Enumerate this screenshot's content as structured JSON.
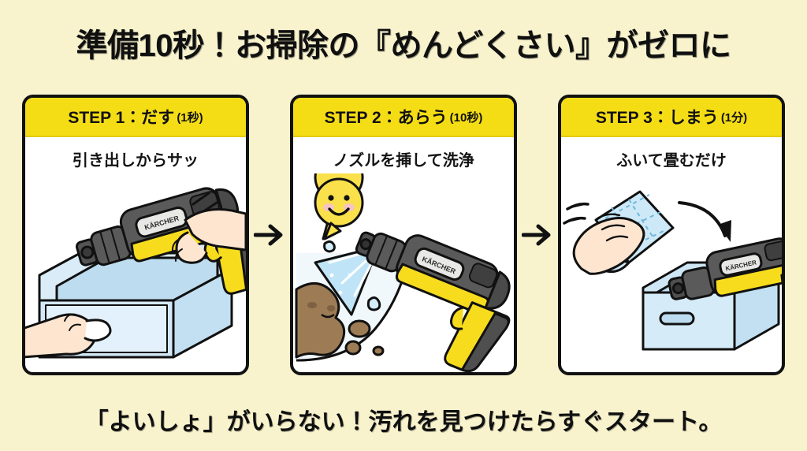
{
  "background_color": "#f8f3cd",
  "accent_yellow": "#f5dd15",
  "ink_color": "#111111",
  "header": {
    "title": "準備10秒！お掃除の『めんどくさい』がゼロに"
  },
  "steps": [
    {
      "header_main": "STEP 1：だす",
      "header_time": "(1秒)",
      "subtitle": "引き出しからサッ",
      "illustration": "drawer-pullout-washer",
      "brand_label": "KÄRCHER",
      "colors": {
        "drawer": "#cfe7f5",
        "drawer_side": "#bcdcef",
        "skin": "#fde5d0",
        "tool_yellow": "#f7dc1e",
        "tool_dark": "#4a4a4a"
      }
    },
    {
      "header_main": "STEP 2：あらう",
      "header_time": "(10秒)",
      "subtitle": "ノズルを挿して洗浄",
      "illustration": "spray-washing-dirt",
      "brand_label": "KÄRCHER",
      "colors": {
        "water": "#bfe4f7",
        "dirt": "#9c7b55",
        "smiley": "#fae04a",
        "cheek": "#f7c4c4"
      }
    },
    {
      "header_main": "STEP 3：しまう",
      "header_time": "(1分)",
      "subtitle": "ふいて畳むだけ",
      "illustration": "wipe-and-store-in-box",
      "brand_label": "KÄRCHER",
      "colors": {
        "cloth": "#cde9f7",
        "box": "#cfe7f5",
        "skin": "#fde5d0"
      }
    }
  ],
  "arrows": [
    {
      "name": "arrow-step1-to-step2",
      "glyph": "→"
    },
    {
      "name": "arrow-step2-to-step3",
      "glyph": "→"
    }
  ],
  "footer": {
    "text": "「よいしょ」がいらない！汚れを見つけたらすぐスタート。"
  }
}
